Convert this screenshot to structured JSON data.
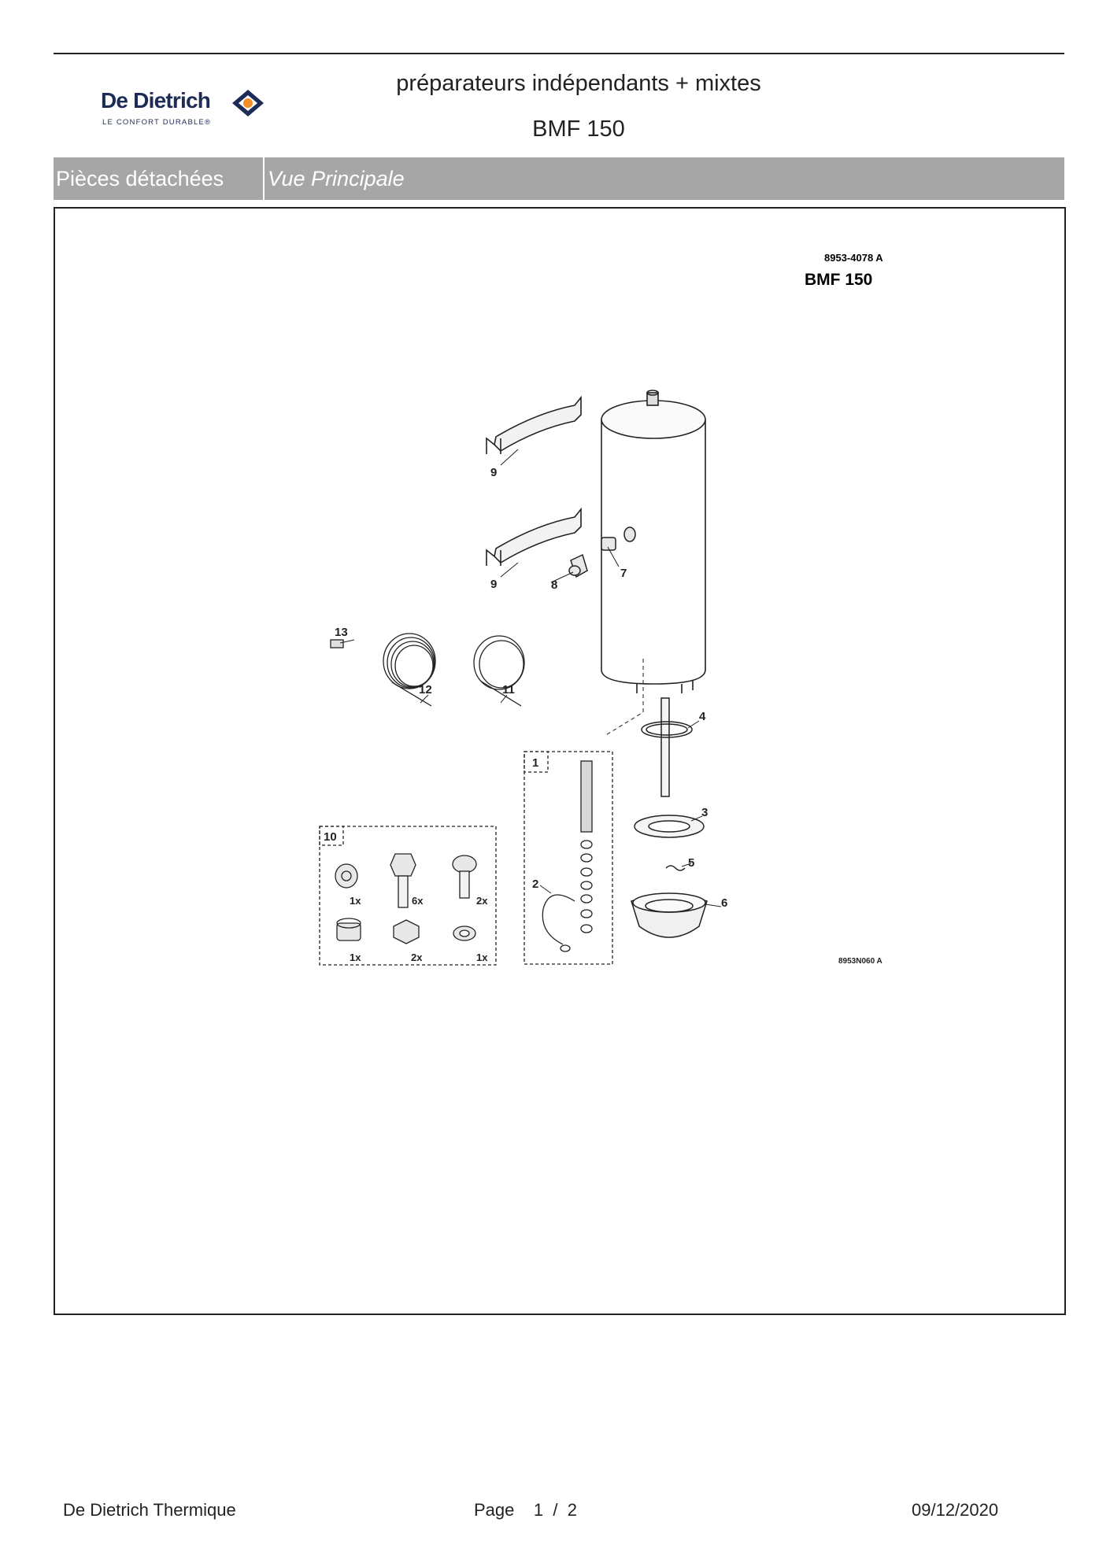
{
  "header": {
    "brand_name": "De Dietrich",
    "brand_tagline": "LE CONFORT DURABLE®",
    "title": "préparateurs indépendants + mixtes",
    "model": "BMF 150"
  },
  "tabs": {
    "section": "Pièces détachées",
    "view": "Vue Principale"
  },
  "drawing": {
    "ref_code": "8953-4078 A",
    "model_label": "BMF 150",
    "figure_code": "8953N060 A",
    "callouts": {
      "c1": "1",
      "c2": "2",
      "c3": "3",
      "c4": "4",
      "c5": "5",
      "c6": "6",
      "c7": "7",
      "c8": "8",
      "c9a": "9",
      "c9b": "9",
      "c10": "10",
      "c11": "11",
      "c12": "12",
      "c13": "13"
    },
    "kit_quantities": {
      "q1": "1x",
      "q2": "6x",
      "q3": "2x",
      "q4": "1x",
      "q5": "2x",
      "q6": "1x"
    }
  },
  "footer": {
    "company": "De Dietrich Thermique",
    "page_label": "Page",
    "page_number": "1",
    "page_separator": "/",
    "page_total": "2",
    "date": "09/12/2020"
  },
  "colors": {
    "brand_blue": "#1d2b57",
    "brand_orange": "#f28c28",
    "tab_bar": "#a6a6a6"
  }
}
